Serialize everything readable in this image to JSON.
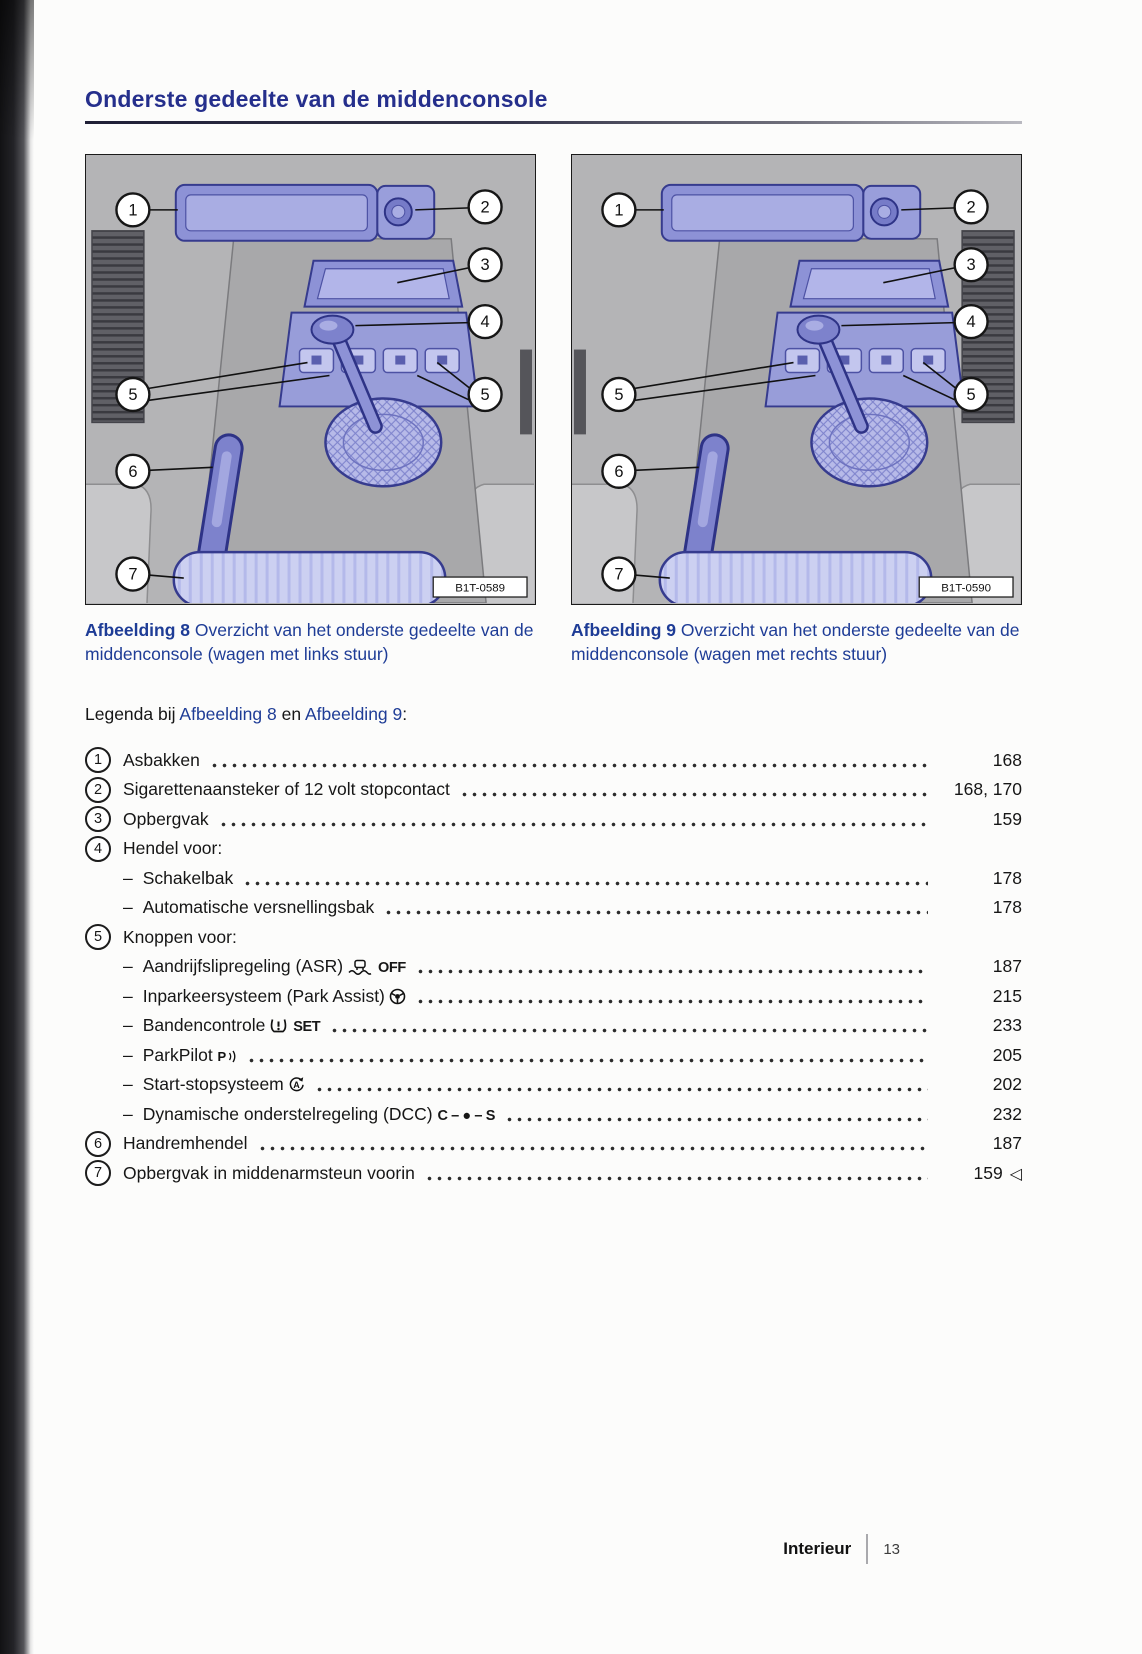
{
  "page": {
    "title": "Onderste gedeelte van de middenconsole",
    "footer": {
      "section": "Interieur",
      "page_number": "13"
    }
  },
  "figures": [
    {
      "caption_label": "Afbeelding 8",
      "caption_text": "Overzicht van het onderste gedeelte van de middenconsole (wagen met links stuur)",
      "image_code": "B1T-0589",
      "callouts": [
        "1",
        "2",
        "3",
        "4",
        "5",
        "5",
        "6",
        "7"
      ]
    },
    {
      "caption_label": "Afbeelding 9",
      "caption_text": "Overzicht van het onderste gedeelte van de middenconsole (wagen met rechts stuur)",
      "image_code": "B1T-0590",
      "callouts": [
        "1",
        "2",
        "3",
        "4",
        "5",
        "5",
        "6",
        "7"
      ]
    }
  ],
  "legend": {
    "intro": [
      "Legenda bij ",
      "Afbeelding 8",
      " en ",
      "Afbeelding 9",
      ":"
    ],
    "sub_bullet": "–",
    "items": [
      {
        "num": "1",
        "label": "Asbakken",
        "page": "168"
      },
      {
        "num": "2",
        "label": "Sigarettenaansteker of 12 volt stopcontact",
        "page": "168, 170"
      },
      {
        "num": "3",
        "label": "Opbergvak",
        "page": "159"
      },
      {
        "num": "4",
        "label": "Hendel voor:",
        "sub": [
          {
            "label": "Schakelbak",
            "page": "178"
          },
          {
            "label": "Automatische versnellingsbak",
            "page": "178"
          }
        ]
      },
      {
        "num": "5",
        "label": "Knoppen voor:",
        "sub": [
          {
            "label": "Aandrijfslipregeling (ASR)",
            "icon": "asr-icon",
            "suffix": "OFF",
            "page": "187"
          },
          {
            "label": "Inparkeersysteem (Park Assist)",
            "icon": "park-assist-icon",
            "page": "215"
          },
          {
            "label": "Bandencontrole",
            "icon": "tire-pressure-icon",
            "suffix": "SET",
            "page": "233"
          },
          {
            "label": "ParkPilot",
            "icon": "parkpilot-icon",
            "page": "205"
          },
          {
            "label": "Start-stopsysteem",
            "icon": "start-stop-icon",
            "page": "202"
          },
          {
            "label": "Dynamische onderstelregeling (DCC)",
            "suffix": "C – ● – S",
            "page": "232"
          }
        ]
      },
      {
        "num": "6",
        "label": "Handremhendel",
        "page": "187"
      },
      {
        "num": "7",
        "label": "Opbergvak in middenarmsteun voorin",
        "page": "159",
        "trailing": "◁"
      }
    ]
  }
}
